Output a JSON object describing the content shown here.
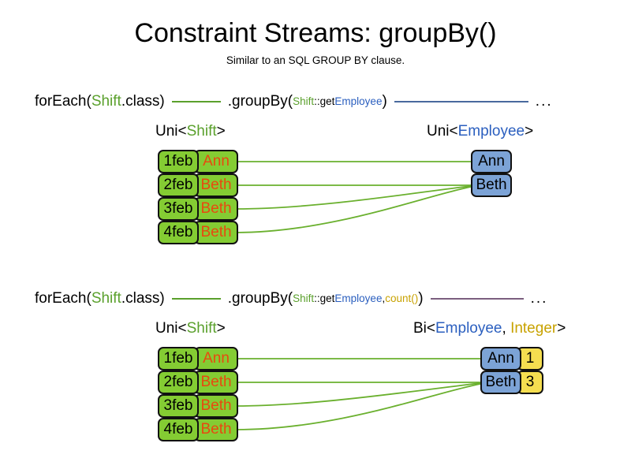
{
  "header": {
    "title": "Constraint Streams: groupBy()",
    "subtitle": "Similar to an SQL GROUP BY clause."
  },
  "colors": {
    "shift_green": "#84cc33",
    "shift_name_text": "#e8490f",
    "employee_blue": "#7ca3d6",
    "count_yellow": "#f5de50",
    "token_green": "#5aa02c",
    "token_blue": "#2b5fbf",
    "token_gold": "#c8a200",
    "link_green": "#5aa02c",
    "rule_blue": "#49699e",
    "rule_purple": "#7b5e7f",
    "box_border": "#111111"
  },
  "sections": [
    {
      "id": "section-1",
      "code": {
        "for_each_open": "forEach(",
        "for_each_type": "Shift",
        "for_each_close": ".class)",
        "group_by_open": ".groupBy(",
        "method_ref_type": "Shift",
        "method_ref_sep": "::get",
        "method_ref_prop": "Employee",
        "group_by_close": ")",
        "ellipsis": "..."
      },
      "left_label": {
        "prefix": "Uni<",
        "type": "Shift",
        "suffix": ">"
      },
      "right_label": {
        "prefix": "Uni<",
        "type": "Employee",
        "suffix": ">"
      },
      "shifts": [
        {
          "date": "1feb",
          "name": "Ann"
        },
        {
          "date": "2feb",
          "name": "Beth"
        },
        {
          "date": "3feb",
          "name": "Beth"
        },
        {
          "date": "4feb",
          "name": "Beth"
        }
      ],
      "outputs": [
        {
          "employee": "Ann"
        },
        {
          "employee": "Beth"
        }
      ]
    },
    {
      "id": "section-2",
      "code": {
        "for_each_open": "forEach(",
        "for_each_type": "Shift",
        "for_each_close": ".class)",
        "group_by_open": ".groupBy(",
        "method_ref_type": "Shift",
        "method_ref_sep": "::get",
        "method_ref_prop": "Employee",
        "group_by_comma": ", ",
        "collector": "count()",
        "group_by_close": ")",
        "ellipsis": "..."
      },
      "left_label": {
        "prefix": "Uni<",
        "type": "Shift",
        "suffix": ">"
      },
      "right_label": {
        "prefix": "Bi<",
        "type": "Employee",
        "comma": ", ",
        "type2": "Integer",
        "suffix": ">"
      },
      "shifts": [
        {
          "date": "1feb",
          "name": "Ann"
        },
        {
          "date": "2feb",
          "name": "Beth"
        },
        {
          "date": "3feb",
          "name": "Beth"
        },
        {
          "date": "4feb",
          "name": "Beth"
        }
      ],
      "outputs": [
        {
          "employee": "Ann",
          "count": "1"
        },
        {
          "employee": "Beth",
          "count": "3"
        }
      ]
    }
  ]
}
